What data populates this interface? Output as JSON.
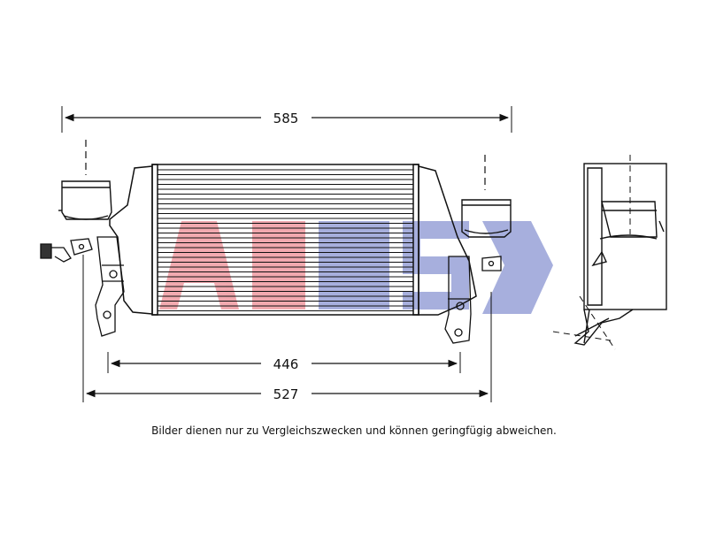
{
  "dimensions": {
    "overall_width": "585",
    "core_width": "446",
    "mount_width": "527"
  },
  "caption": "Bilder dienen nur zu Vergleichszwecken und können geringfügig abweichen.",
  "watermark": "AKS",
  "colors": {
    "line": "#111111",
    "watermark_red": "#e3434f",
    "watermark_blue": "#3d4fb6"
  }
}
